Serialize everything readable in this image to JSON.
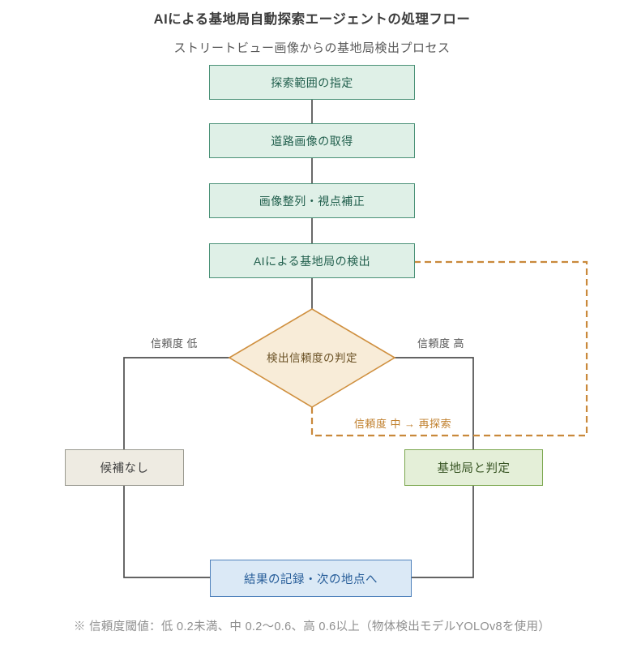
{
  "header": {
    "title": "AIによる基地局自動探索エージェントの処理フロー",
    "subtitle": "ストリートビュー画像からの基地局検出プロセス"
  },
  "flowchart": {
    "steps": [
      {
        "label": "探索範囲の指定"
      },
      {
        "label": "道路画像の取得"
      },
      {
        "label": "画像整列・視点補正"
      },
      {
        "label": "AIによる基地局の検出"
      }
    ],
    "decision": {
      "label": "検出信頼度の判定"
    },
    "branches": {
      "low": "信頼度 低",
      "high": "信頼度 高",
      "medium_loop": "信頼度 中 → 再探索"
    },
    "outcomes": {
      "no_candidate": "候補なし",
      "confirmed": "基地局と判定"
    },
    "final": {
      "label": "結果の記録・次の地点へ"
    }
  },
  "footnote": "※ 信頼度閾値：低 0.2未満、中 0.2〜0.6、高 0.6以上（物体検出モデルYOLOv8を使用）",
  "colors": {
    "title-text": "#3d3d3d",
    "subtitle-text": "#5a5a5a",
    "green-fill": "#dff0e7",
    "green-border": "#4a9177",
    "green-text": "#215f4d",
    "diamond-fill": "#f8ecd8",
    "diamond-border": "#cf8f3e",
    "diamond-text": "#6b5226",
    "orange-dash": "#c9893b",
    "orange-text": "#c07f2c",
    "beige-fill": "#eeebe2",
    "beige-border": "#99998f",
    "beige-text": "#3f3f3f",
    "olive-fill": "#e4efd8",
    "olive-border": "#7ba74e",
    "olive-text": "#375423",
    "blue-fill": "#dbe9f6",
    "blue-border": "#4f81bb",
    "blue-text": "#275d99",
    "connector": "#4f4f4f",
    "footnote-text": "#8f8f8f"
  }
}
